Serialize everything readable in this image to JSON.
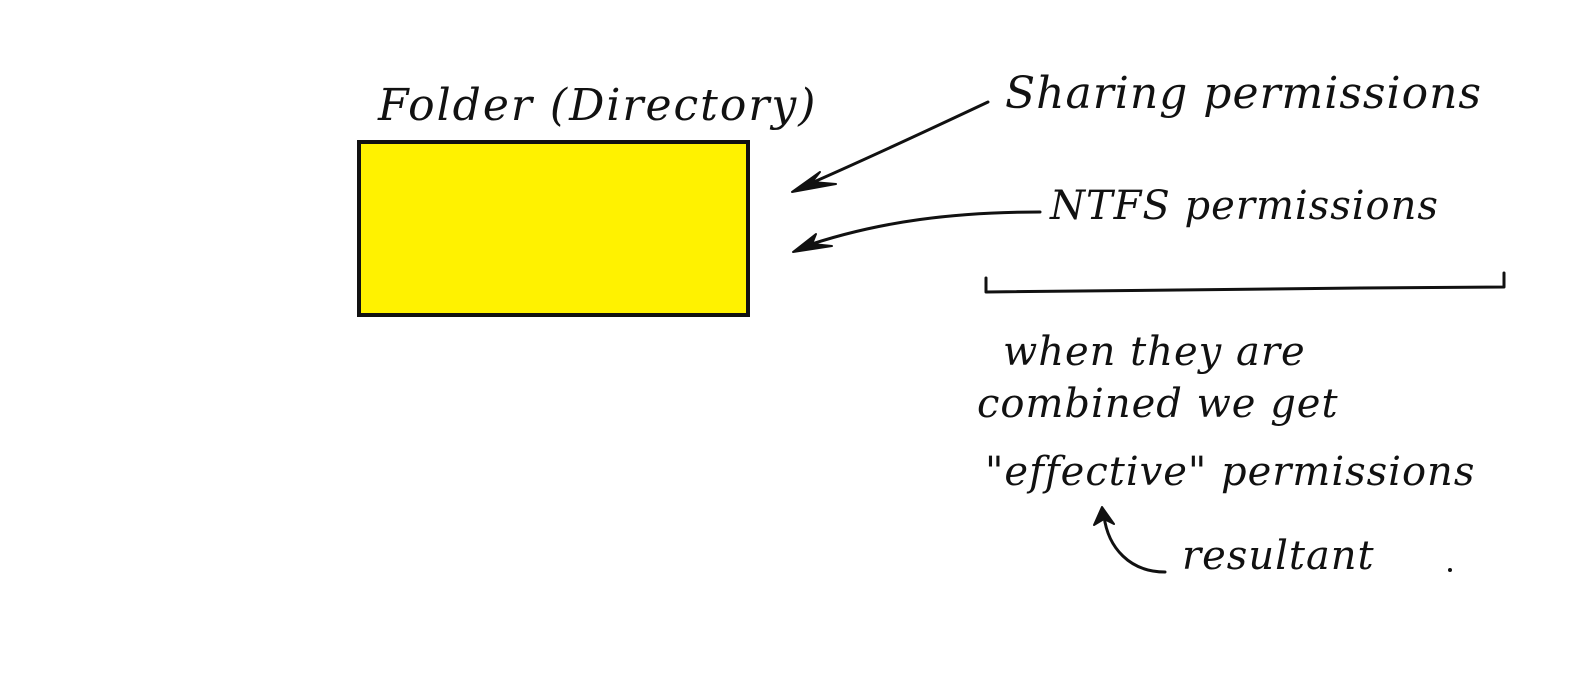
{
  "diagram": {
    "folder": {
      "title": "Folder (Directory)",
      "fill_color": "#fff200"
    },
    "labels": {
      "sharing": "Sharing permissions",
      "ntfs": "NTFS permissions"
    },
    "note": {
      "line1": "when they are",
      "line2": "combined we get",
      "line3": "\"effective\" permissions"
    },
    "resultant": "resultant"
  }
}
